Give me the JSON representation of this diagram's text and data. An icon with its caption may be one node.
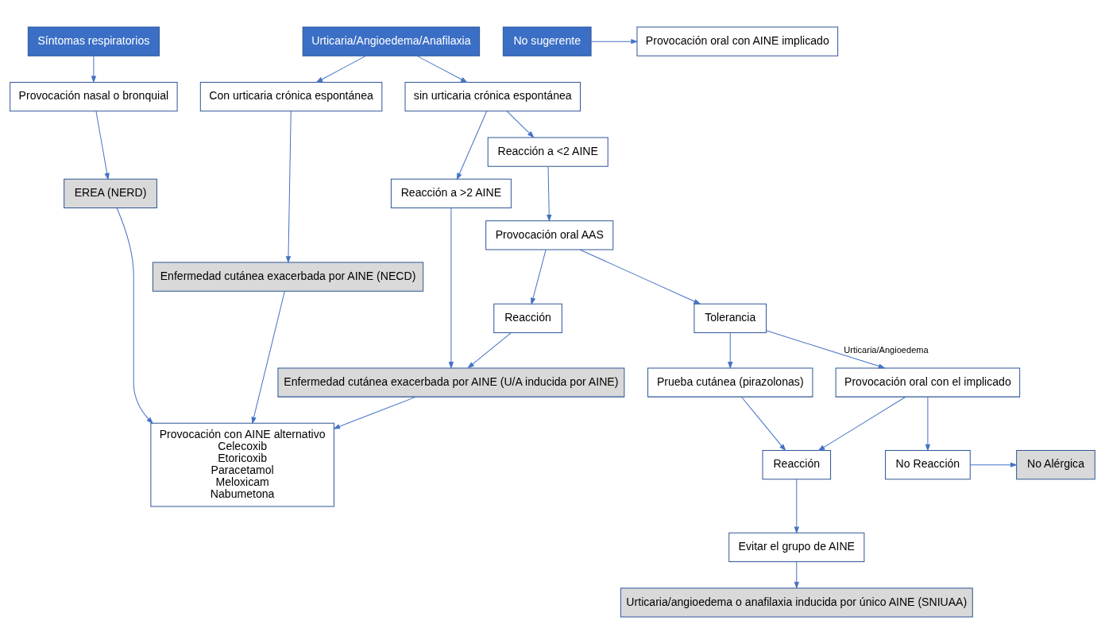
{
  "diagram": {
    "nodes": [
      {
        "text": [
          "Síntomas respiratorios"
        ]
      },
      {
        "text": [
          "Urticaria/Angioedema/Anafilaxia"
        ]
      },
      {
        "text": [
          "No sugerente"
        ]
      },
      {
        "text": [
          "Provocación oral con AINE implicado"
        ]
      },
      {
        "text": [
          "Provocación nasal o bronquial"
        ]
      },
      {
        "text": [
          "Con urticaria crónica espontánea"
        ]
      },
      {
        "text": [
          "sin urticaria crónica espontánea"
        ]
      },
      {
        "text": [
          "EREA (NERD)"
        ]
      },
      {
        "text": [
          "Enfermedad cutánea exacerbada por AINE (NECD)"
        ]
      },
      {
        "text": [
          "Reacción a >2 AINE"
        ]
      },
      {
        "text": [
          "Reacción a <2 AINE"
        ]
      },
      {
        "text": [
          "Urticaria/angioedema o anafilaxia inducida por único AINE (SNIUAA)"
        ]
      },
      {
        "text": [
          "Provocación con AINE alternativo",
          "Celecoxib",
          "Etoricoxib",
          "Paracetamol",
          "Meloxicam",
          "Nabumetona"
        ]
      },
      {
        "text": [
          "Enfermedad cutánea exacerbada por AINE (U/A inducida por AINE)"
        ]
      },
      {
        "text": [
          "Reacción"
        ]
      },
      {
        "text": [
          "Provocación oral AAS"
        ]
      },
      {
        "text": [
          "Evitar el grupo de AINE"
        ]
      },
      {
        "text": [
          "Tolerancia"
        ]
      },
      {
        "text": [
          "Prueba cutánea (pirazolonas)"
        ]
      },
      {
        "text": [
          "No Alérgica"
        ]
      },
      {
        "text": [
          "No Reacción"
        ]
      },
      {
        "text": [
          "Provocación oral con el implicado"
        ]
      },
      {
        "text": [
          "Reacción"
        ]
      }
    ],
    "edges": [
      {
        "from": 0,
        "to": 4,
        "arrow": "to"
      },
      {
        "from": 1,
        "to": 5,
        "arrow": "to"
      },
      {
        "from": 1,
        "to": 6,
        "arrow": "to"
      },
      {
        "from": 2,
        "to": 3,
        "arrow": "to"
      },
      {
        "from": 4,
        "to": 7,
        "arrow": "to"
      },
      {
        "from": 5,
        "to": 8,
        "arrow": "to"
      },
      {
        "from": 6,
        "to": 9,
        "arrow": "to"
      },
      {
        "from": 6,
        "to": 10,
        "arrow": "to"
      },
      {
        "from": 7,
        "to": 12,
        "arrow": "to"
      },
      {
        "from": 8,
        "to": 12,
        "arrow": "to"
      },
      {
        "from": 9,
        "to": 13,
        "arrow": "to"
      },
      {
        "from": 10,
        "to": 15,
        "arrow": "to"
      },
      {
        "from": 15,
        "to": 14,
        "arrow": "to"
      },
      {
        "from": 14,
        "to": 13,
        "arrow": "to"
      },
      {
        "from": 13,
        "to": 12,
        "arrow": "to"
      },
      {
        "from": 15,
        "to": 17,
        "arrow": "to"
      },
      {
        "from": 17,
        "to": 21,
        "arrow": "to",
        "label": "Urticaria/Angioedema"
      },
      {
        "from": 17,
        "to": 18,
        "arrow": "to"
      },
      {
        "from": 18,
        "to": 22,
        "arrow": "to"
      },
      {
        "from": 21,
        "to": 22,
        "arrow": "to"
      },
      {
        "from": 21,
        "to": 20,
        "arrow": "to"
      },
      {
        "from": 20,
        "to": 19,
        "arrow": "to"
      },
      {
        "from": 22,
        "to": 16,
        "arrow": "to"
      },
      {
        "from": 16,
        "to": 11,
        "arrow": "to"
      }
    ]
  }
}
